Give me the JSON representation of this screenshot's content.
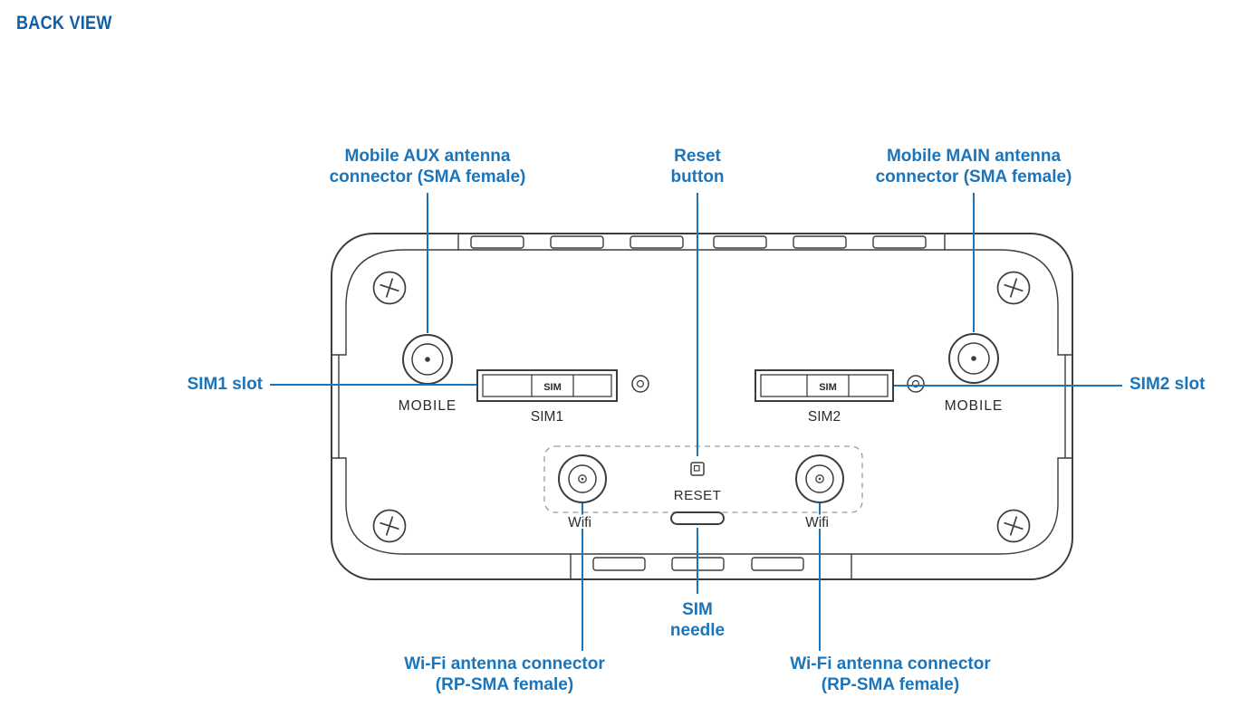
{
  "page": {
    "title": "BACK VIEW"
  },
  "colors": {
    "title_blue": "#0f5fa8",
    "callout_blue": "#1b75bb",
    "drawing_line": "#3d3d3d"
  },
  "device": {
    "mobile_aux_label": "MOBILE",
    "mobile_main_label": "MOBILE",
    "sim1_label": "SIM1",
    "sim2_label": "SIM2",
    "sim_chip_label": "SIM",
    "wifi_left_label": "Wifi",
    "wifi_right_label": "Wifi",
    "reset_label": "RESET"
  },
  "callouts": {
    "mobile_aux": {
      "line1": "Mobile AUX antenna",
      "line2": "connector (SMA female)"
    },
    "reset": {
      "line1": "Reset",
      "line2": "button"
    },
    "mobile_main": {
      "line1": "Mobile MAIN antenna",
      "line2": "connector (SMA female)"
    },
    "sim1": {
      "label": "SIM1 slot"
    },
    "sim2": {
      "label": "SIM2 slot"
    },
    "sim_needle": {
      "line1": "SIM",
      "line2": "needle"
    },
    "wifi_left": {
      "line1": "Wi-Fi antenna connector",
      "line2": "(RP-SMA female)"
    },
    "wifi_right": {
      "line1": "Wi-Fi antenna connector",
      "line2": "(RP-SMA female)"
    }
  }
}
